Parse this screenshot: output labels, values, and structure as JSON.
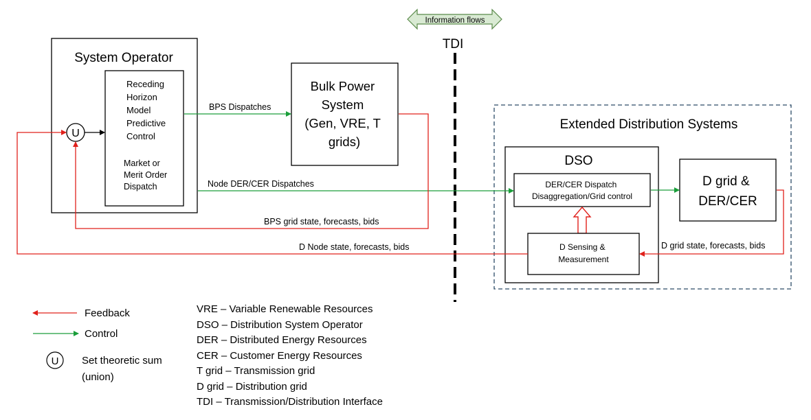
{
  "colors": {
    "feedback": "#e0201b",
    "control": "#1a9e3a",
    "dashed_border": "#2b4a66",
    "info_flows_fill": "#d9ead3"
  },
  "tdi": {
    "label": "TDI",
    "info_flows": "Information flows"
  },
  "system_operator": {
    "title": "System Operator",
    "union_symbol": "U",
    "mpc_lines": [
      "Receding",
      "Horizon",
      "Model",
      "Predictive",
      "Control"
    ],
    "dispatch_lines": [
      "Market or",
      "Merit Order",
      "Dispatch"
    ]
  },
  "bps": {
    "lines": [
      "Bulk Power",
      "System",
      "(Gen, VRE, T",
      "grids)"
    ]
  },
  "eds": {
    "title": "Extended Distribution Systems",
    "dso_title": "DSO",
    "dispatch_lines": [
      "DER/CER Dispatch",
      "Disaggregation/Grid control"
    ],
    "sensing_lines": [
      "D Sensing &",
      "Measurement"
    ],
    "dgrid_lines": [
      "D grid &",
      "DER/CER"
    ]
  },
  "arrow_labels": {
    "bps_dispatches": "BPS Dispatches",
    "node_dispatches": "Node DER/CER Dispatches",
    "bps_state": "BPS grid state, forecasts, bids",
    "d_node_state": "D Node state, forecasts, bids",
    "d_grid_state": "D grid state, forecasts, bids"
  },
  "legend": {
    "feedback": "Feedback",
    "control": "Control",
    "union_symbol": "U",
    "union_lines": [
      "Set theoretic sum",
      "(union)"
    ]
  },
  "abbreviations": [
    "VRE – Variable Renewable Resources",
    "DSO – Distribution System Operator",
    "DER – Distributed Energy Resources",
    "CER – Customer Energy Resources",
    "T grid – Transmission grid",
    "D grid – Distribution grid",
    "TDI – Transmission/Distribution Interface"
  ]
}
